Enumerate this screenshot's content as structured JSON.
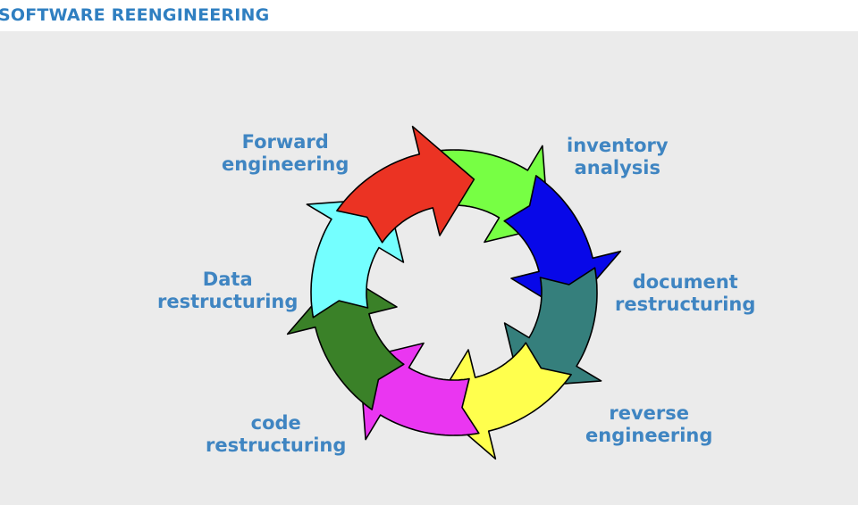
{
  "header": {
    "title": "SOFTWARE REENGINEERING"
  },
  "diagram": {
    "stages": [
      {
        "line1": "inventory",
        "line2": "analysis",
        "color": "#77ff44"
      },
      {
        "line1": "document",
        "line2": "restructuring",
        "color": "#0808e8"
      },
      {
        "line1": "reverse",
        "line2": "engineering",
        "color": "#357f7c"
      },
      {
        "line1": "code",
        "line2": "restructuring",
        "color": "#ffff4d"
      },
      {
        "line1": "Data",
        "line2": "restructuring",
        "color": "#ea36f1"
      },
      {
        "line1": "Forward",
        "line2": "engineering",
        "color": "#3a8128"
      },
      {
        "line1": "",
        "line2": "",
        "color": "#74ffff"
      },
      {
        "line1": "",
        "line2": "",
        "color": "#eb3323"
      }
    ]
  }
}
